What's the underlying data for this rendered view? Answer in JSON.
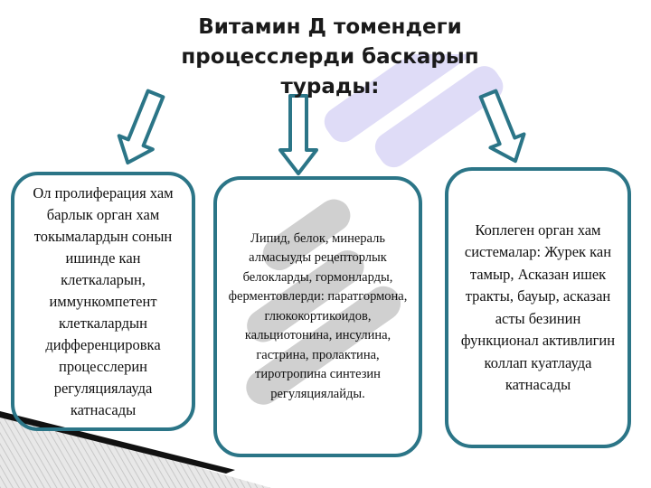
{
  "title": "Витамин Д томендеги процесслерди баскарып турады:",
  "boxes": [
    {
      "text": "Ол пролиферация хам  барлык орган хам токымалардын сонын ишинде кан клеткаларын, иммункомпетент клеткалардын дифференцировка процесслерин регуляциялауда катнасады"
    },
    {
      "text": "Липид, белок, минераль алмасыуды рецепторлык белокларды, гормонларды, ферментовлерди: паратгормона, глюкокортикоидов, кальциотонина, инсулина, гастрина, пролактина, тиротропина синтезин регуляциялайды."
    },
    {
      "text": "Коплеген орган хам системалар: Журек кан тамыр, Асказан ишек тракты, бауыр, асказан асты безинин функционал активлигин коллап куатлауда катнасады"
    }
  ],
  "colors": {
    "border": "#2b7587",
    "watermark_gray": "#b8b8b8",
    "watermark_lavender": "#d8d4f4"
  }
}
